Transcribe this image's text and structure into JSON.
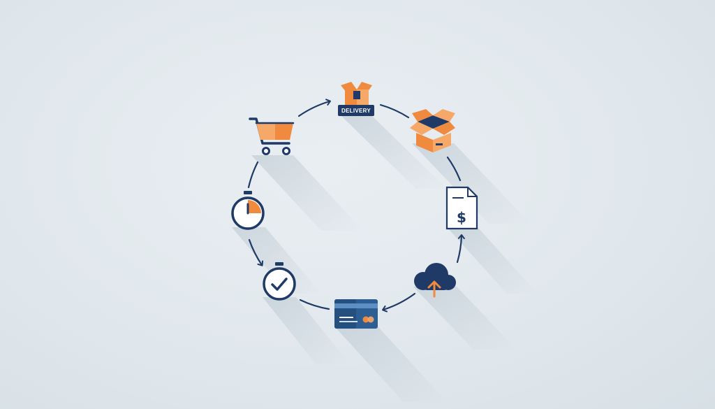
{
  "diagram": {
    "type": "cycle",
    "direction": "clockwise",
    "colors": {
      "navy": "#1f3a66",
      "orange": "#f08a3e",
      "light_orange": "#f6a868",
      "background": "#e0e7ec",
      "card_blue": "#2c5d93"
    },
    "nodes": [
      {
        "icon": "delivery-box-icon",
        "label": "DELIVERY"
      },
      {
        "icon": "open-box-icon"
      },
      {
        "icon": "invoice-icon",
        "label": "$"
      },
      {
        "icon": "cloud-upload-icon"
      },
      {
        "icon": "credit-card-icon"
      },
      {
        "icon": "stopwatch-check-icon"
      },
      {
        "icon": "stopwatch-icon"
      },
      {
        "icon": "shopping-cart-icon"
      }
    ]
  }
}
